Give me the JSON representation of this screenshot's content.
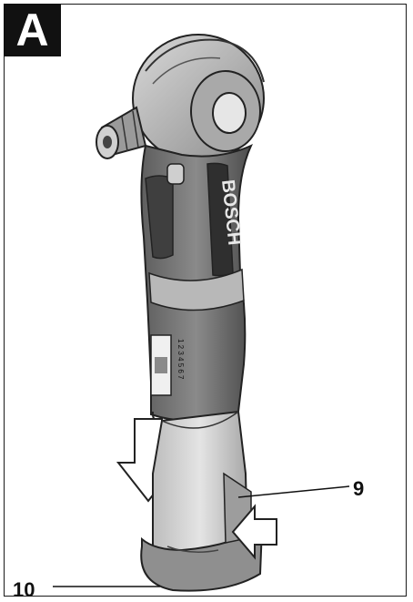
{
  "figure": {
    "panel_label": "A",
    "brand": "BOSCH",
    "dial_scale": "1 2 3 4 5 6 7",
    "callouts": [
      {
        "id": "9"
      },
      {
        "id": "10"
      }
    ]
  }
}
